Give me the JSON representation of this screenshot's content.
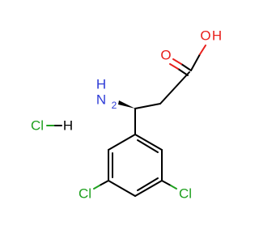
{
  "molecule": {
    "atoms": {
      "hydroxyl_o": "O",
      "hydroxyl_h": "H",
      "carbonyl_o": "O",
      "amine_h": "H",
      "amine_n": "N",
      "amine_sub": "2",
      "hcl_cl": "Cl",
      "hcl_h": "H",
      "ring_cl_left": "Cl",
      "ring_cl_right": "Cl"
    },
    "colors": {
      "carbon": "#000000",
      "oxygen": "#e8201c",
      "nitrogen": "#2d3bd6",
      "chlorine": "#1fa01f"
    }
  }
}
